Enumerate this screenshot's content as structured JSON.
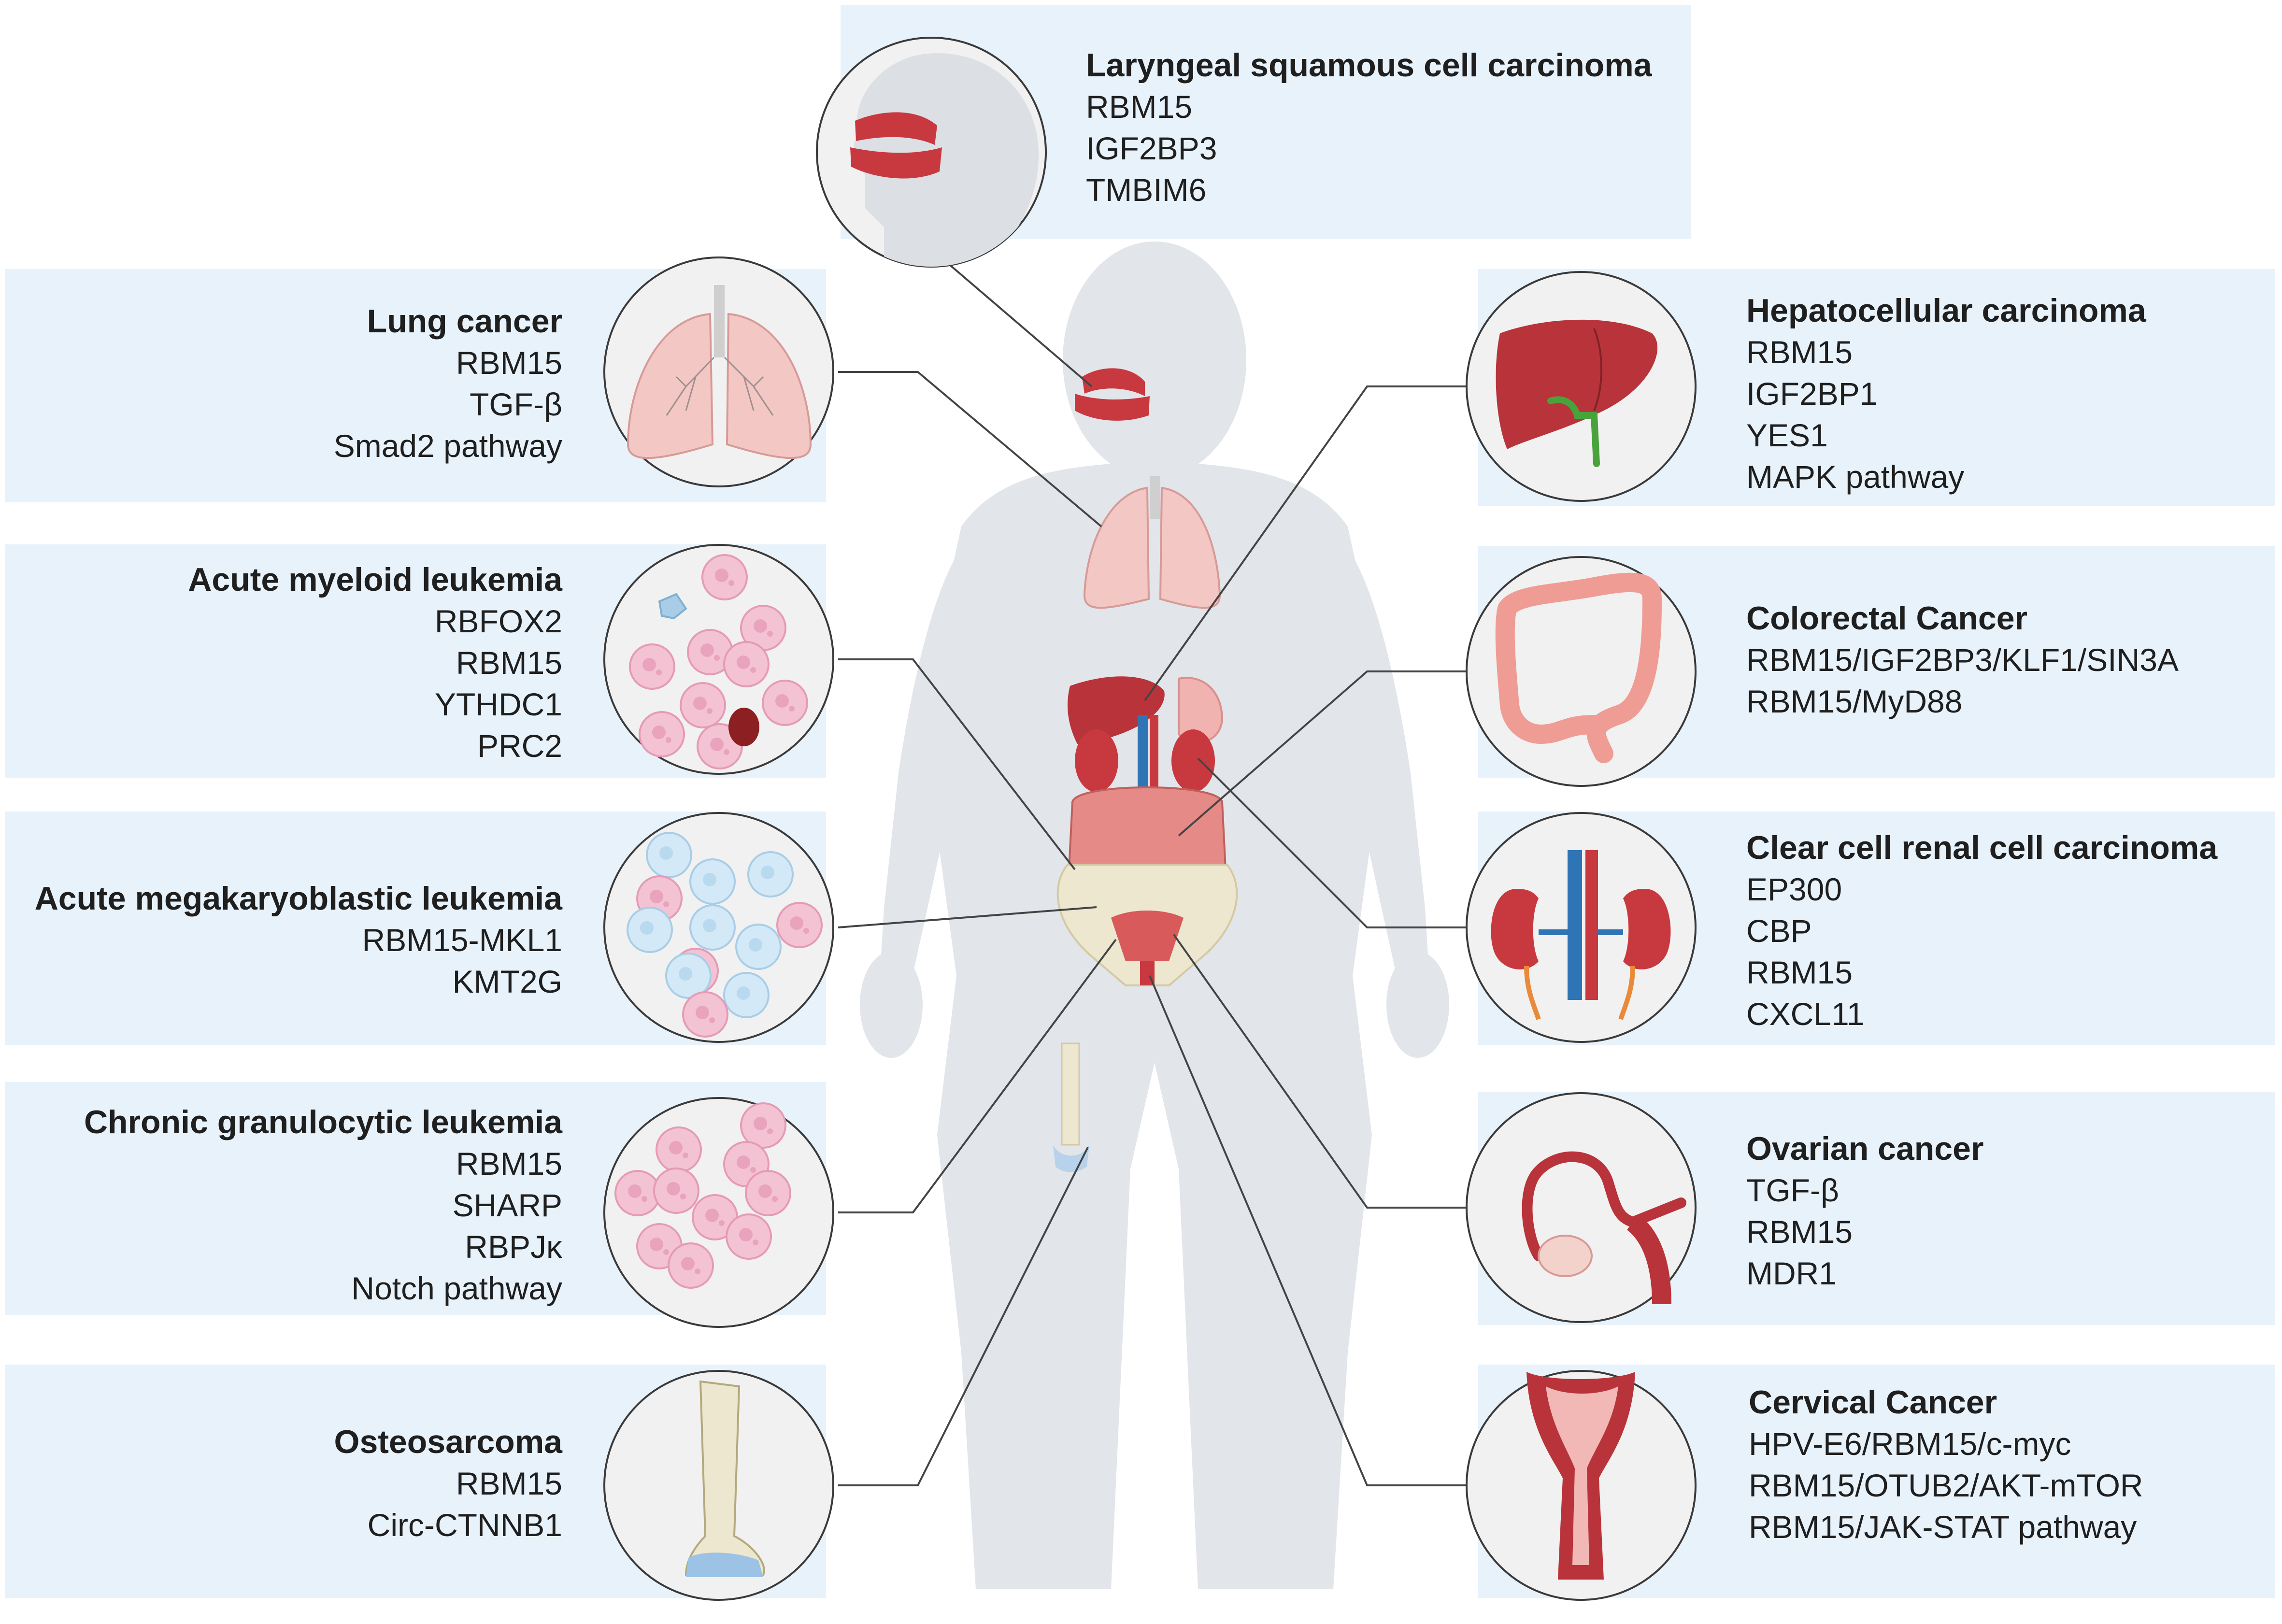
{
  "colors": {
    "panel": "#e8f2fb",
    "silhouette": "#e2e5ea",
    "circle_fill": "#f1f1f1",
    "circle_stroke": "#3a3a3a",
    "organ_red": "#b8343a",
    "lung_pink": "#f2c7c4",
    "blood_cell_pink": "#f3c3d3",
    "blood_cell_blue": "#cfe6f5",
    "bone": "#ede7cf",
    "vessel_blue": "#2f74b5",
    "text": "#1f1f1f"
  },
  "panels": [
    {
      "id": "laryngeal",
      "icon": "head-larynx-icon",
      "title": "Laryngeal squamous cell carcinoma",
      "items": [
        "RBM15",
        "IGF2BP3",
        "TMBIM6"
      ]
    },
    {
      "id": "lung",
      "icon": "lungs-icon",
      "title": "Lung cancer",
      "items": [
        "RBM15",
        "TGF-β",
        "Smad2 pathway"
      ]
    },
    {
      "id": "aml",
      "icon": "blood-cells-icon",
      "title": "Acute myeloid leukemia",
      "items": [
        "RBFOX2",
        "RBM15",
        "YTHDC1",
        "PRC2"
      ]
    },
    {
      "id": "amkl",
      "icon": "megakaryoblast-cells-icon",
      "title": "Acute megakaryoblastic leukemia",
      "items": [
        "RBM15-MKL1",
        "KMT2G"
      ]
    },
    {
      "id": "cgl",
      "icon": "granulocyte-cells-icon",
      "title": "Chronic granulocytic leukemia",
      "items": [
        "RBM15",
        "SHARP",
        "RBPJκ",
        "Notch pathway"
      ]
    },
    {
      "id": "osteo",
      "icon": "bone-icon",
      "title": "Osteosarcoma",
      "items": [
        "RBM15",
        "Circ-CTNNB1"
      ]
    },
    {
      "id": "hcc",
      "icon": "liver-icon",
      "title": "Hepatocellular carcinoma",
      "items": [
        "RBM15",
        "IGF2BP1",
        "YES1",
        "MAPK pathway"
      ]
    },
    {
      "id": "crc",
      "icon": "colon-icon",
      "title": "Colorectal Cancer",
      "items": [
        "RBM15/IGF2BP3/KLF1/SIN3A",
        "RBM15/MyD88"
      ]
    },
    {
      "id": "ccrcc",
      "icon": "kidneys-icon",
      "title": "Clear cell renal cell carcinoma",
      "items": [
        "EP300",
        "CBP",
        "RBM15",
        "CXCL11"
      ]
    },
    {
      "id": "ovarian",
      "icon": "ovary-icon",
      "title": "Ovarian cancer",
      "items": [
        "TGF-β",
        "RBM15",
        "MDR1"
      ]
    },
    {
      "id": "cervical",
      "icon": "cervix-icon",
      "title": "Cervical Cancer",
      "items": [
        "HPV-E6/RBM15/c-myc",
        "RBM15/OTUB2/AKT-mTOR",
        "RBM15/JAK-STAT pathway"
      ]
    }
  ]
}
